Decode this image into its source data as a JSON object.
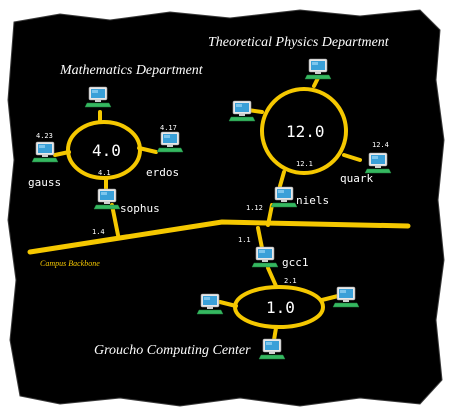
{
  "departments": {
    "math": "Mathematics Department",
    "physics": "Theoretical Physics Department",
    "computing": "Groucho Computing Center"
  },
  "rings": {
    "math": "4.0",
    "physics": "12.0",
    "computing": "1.0"
  },
  "backbone_label": "Campus Backbone",
  "hosts": {
    "gauss": "gauss",
    "erdos": "erdos",
    "sophus": "sophus",
    "quark": "quark",
    "niels": "niels",
    "gcc1": "gcc1"
  },
  "addresses": {
    "gauss": "4.23",
    "erdos": "4.17",
    "sophus_ring": "4.1",
    "sophus_backbone": "1.4",
    "quark": "12.4",
    "niels_ring": "12.1",
    "niels_backbone": "1.12",
    "gcc1_backbone": "1.1",
    "gcc1_ring": "2.1"
  },
  "colors": {
    "background": "#000000",
    "network": "#f5c800",
    "text": "#ffffff",
    "monitor_screen": "#3aa0d8",
    "keyboard": "#35b860"
  }
}
